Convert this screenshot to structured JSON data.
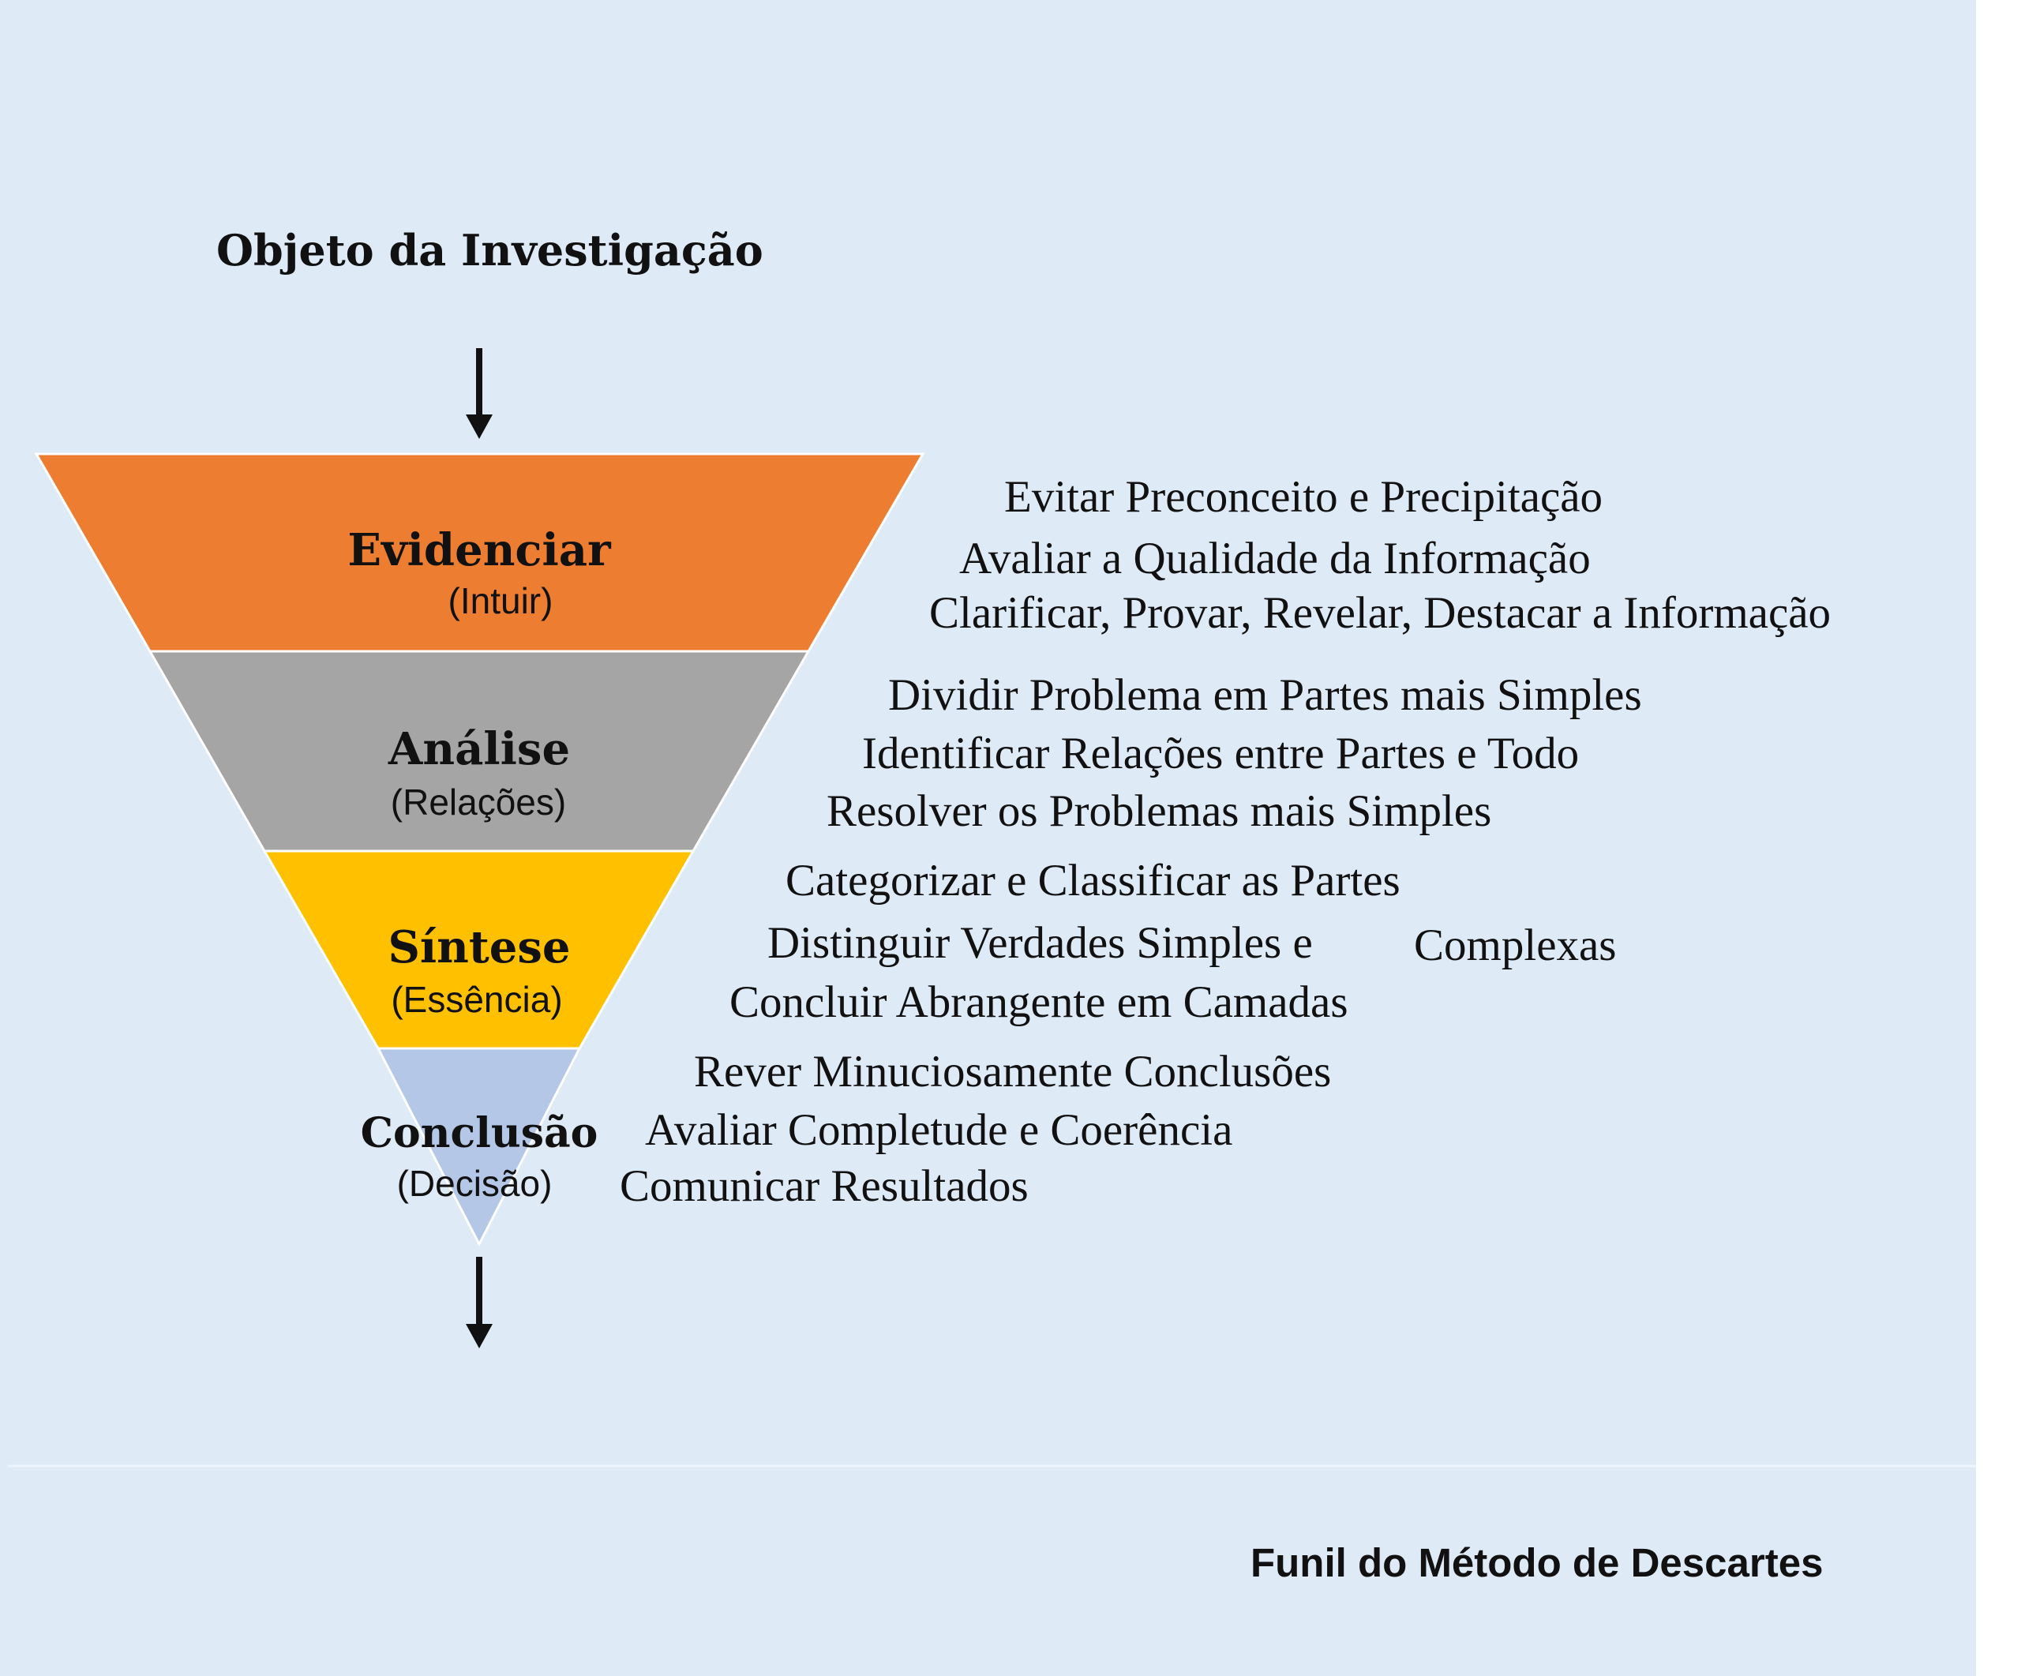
{
  "title": "Objeto da Investigação",
  "caption": "Funil do Método de Descartes",
  "colors": {
    "background": "#deeaf6",
    "evidenciar": "#ed7d31",
    "analise": "#a5a5a5",
    "sintese": "#ffc000",
    "conclusao": "#b4c7e7"
  },
  "stages": [
    {
      "name": "Evidenciar",
      "sub": "(Intuir)",
      "items": [
        "Evitar Preconceito e Precipitação",
        "Avaliar a Qualidade da Informação",
        "Clarificar, Provar, Revelar, Destacar a Informação"
      ]
    },
    {
      "name": "Análise",
      "sub": "(Relações)",
      "items": [
        "Dividir Problema em Partes mais Simples",
        "Identificar Relações entre Partes e Todo",
        "Resolver os Problemas mais Simples"
      ]
    },
    {
      "name": "Síntese",
      "sub": "(Essência)",
      "items": [
        "Categorizar e Classificar as Partes",
        "Distinguir Verdades Simples e",
        "Concluir Abrangente em Camadas"
      ],
      "extra": "Complexas"
    },
    {
      "name": "Conclusão",
      "sub": "(Decisão)",
      "items": [
        "Rever Minuciosamente Conclusões",
        "Avaliar Completude e Coerência",
        "Comunicar Resultados"
      ]
    }
  ]
}
